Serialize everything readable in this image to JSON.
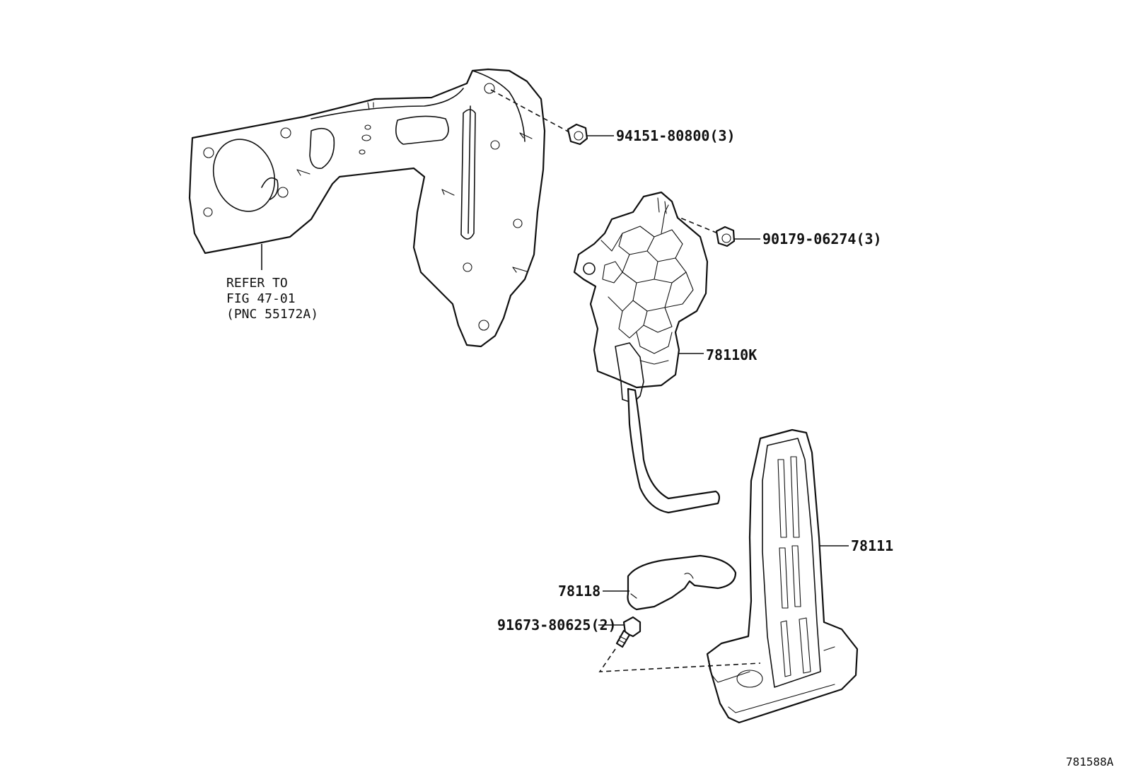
{
  "labels": {
    "bracket_note_line1": "REFER TO",
    "bracket_note_line2": "FIG 47-01",
    "bracket_note_line3": "(PNC 55172A)",
    "nut_upper": "94151-80800(3)",
    "nut_middle": "90179-06274(3)",
    "pedal_assembly": "78110K",
    "pedal_pad": "78111",
    "cover": "78118",
    "bolt": "91673-80625(2)",
    "figure_id": "781588A"
  },
  "parts": [
    {
      "name": "pedal-bracket",
      "ref": "REFER TO FIG 47-01 (PNC 55172A)"
    },
    {
      "name": "nut",
      "part_no": "94151-80800",
      "qty": 3
    },
    {
      "name": "nut",
      "part_no": "90179-06274",
      "qty": 3
    },
    {
      "name": "accelerator-pedal-assembly",
      "part_no": "78110K"
    },
    {
      "name": "pedal-pad",
      "part_no": "78111"
    },
    {
      "name": "cover",
      "part_no": "78118"
    },
    {
      "name": "bolt",
      "part_no": "91673-80625",
      "qty": 2
    }
  ]
}
